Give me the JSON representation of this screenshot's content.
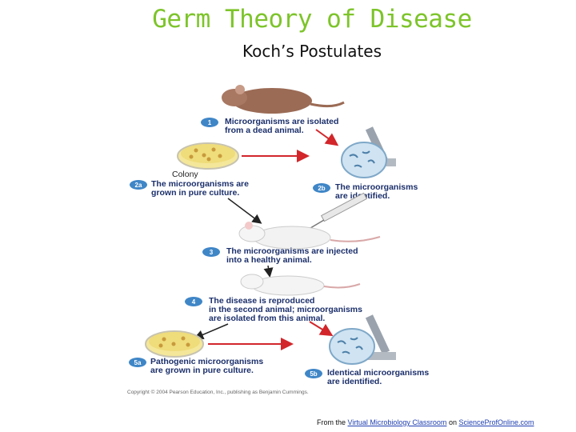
{
  "title": "Germ Theory of Disease",
  "subtitle": "Koch’s Postulates",
  "figure": {
    "steps": [
      {
        "badge": "1",
        "line1": "Microorganisms are isolated",
        "line2": "from a dead animal."
      },
      {
        "badge": "2a",
        "line1": "The microorganisms are",
        "line2": "grown in pure culture."
      },
      {
        "badge": "2b",
        "line1": "The microorganisms",
        "line2": "are identified."
      },
      {
        "badge": "3",
        "line1": "The microorganisms are injected",
        "line2": "into a healthy animal."
      },
      {
        "badge": "4",
        "line1": "The disease is reproduced",
        "line2": "in the second animal; microorganisms",
        "line3": "are isolated from this animal."
      },
      {
        "badge": "5a",
        "line1": "Pathogenic microorganisms",
        "line2": "are grown in pure culture."
      },
      {
        "badge": "5b",
        "line1": "Identical microorganisms",
        "line2": "are identified."
      }
    ],
    "colony_label": "Colony",
    "copyright": "Copyright © 2004 Pearson Education, Inc., publishing as Benjamin Cummings."
  },
  "footer": {
    "prefix": "From the",
    "link1": "Virtual Microbiology Classroom",
    "middle": "on",
    "link2": "ScienceProfOnline.com"
  },
  "colors": {
    "title": "#7dc42a",
    "badge": "#3f86c7",
    "label": "#1b2f6b",
    "arrow": "#d2262a",
    "link": "#1f3fb0"
  }
}
